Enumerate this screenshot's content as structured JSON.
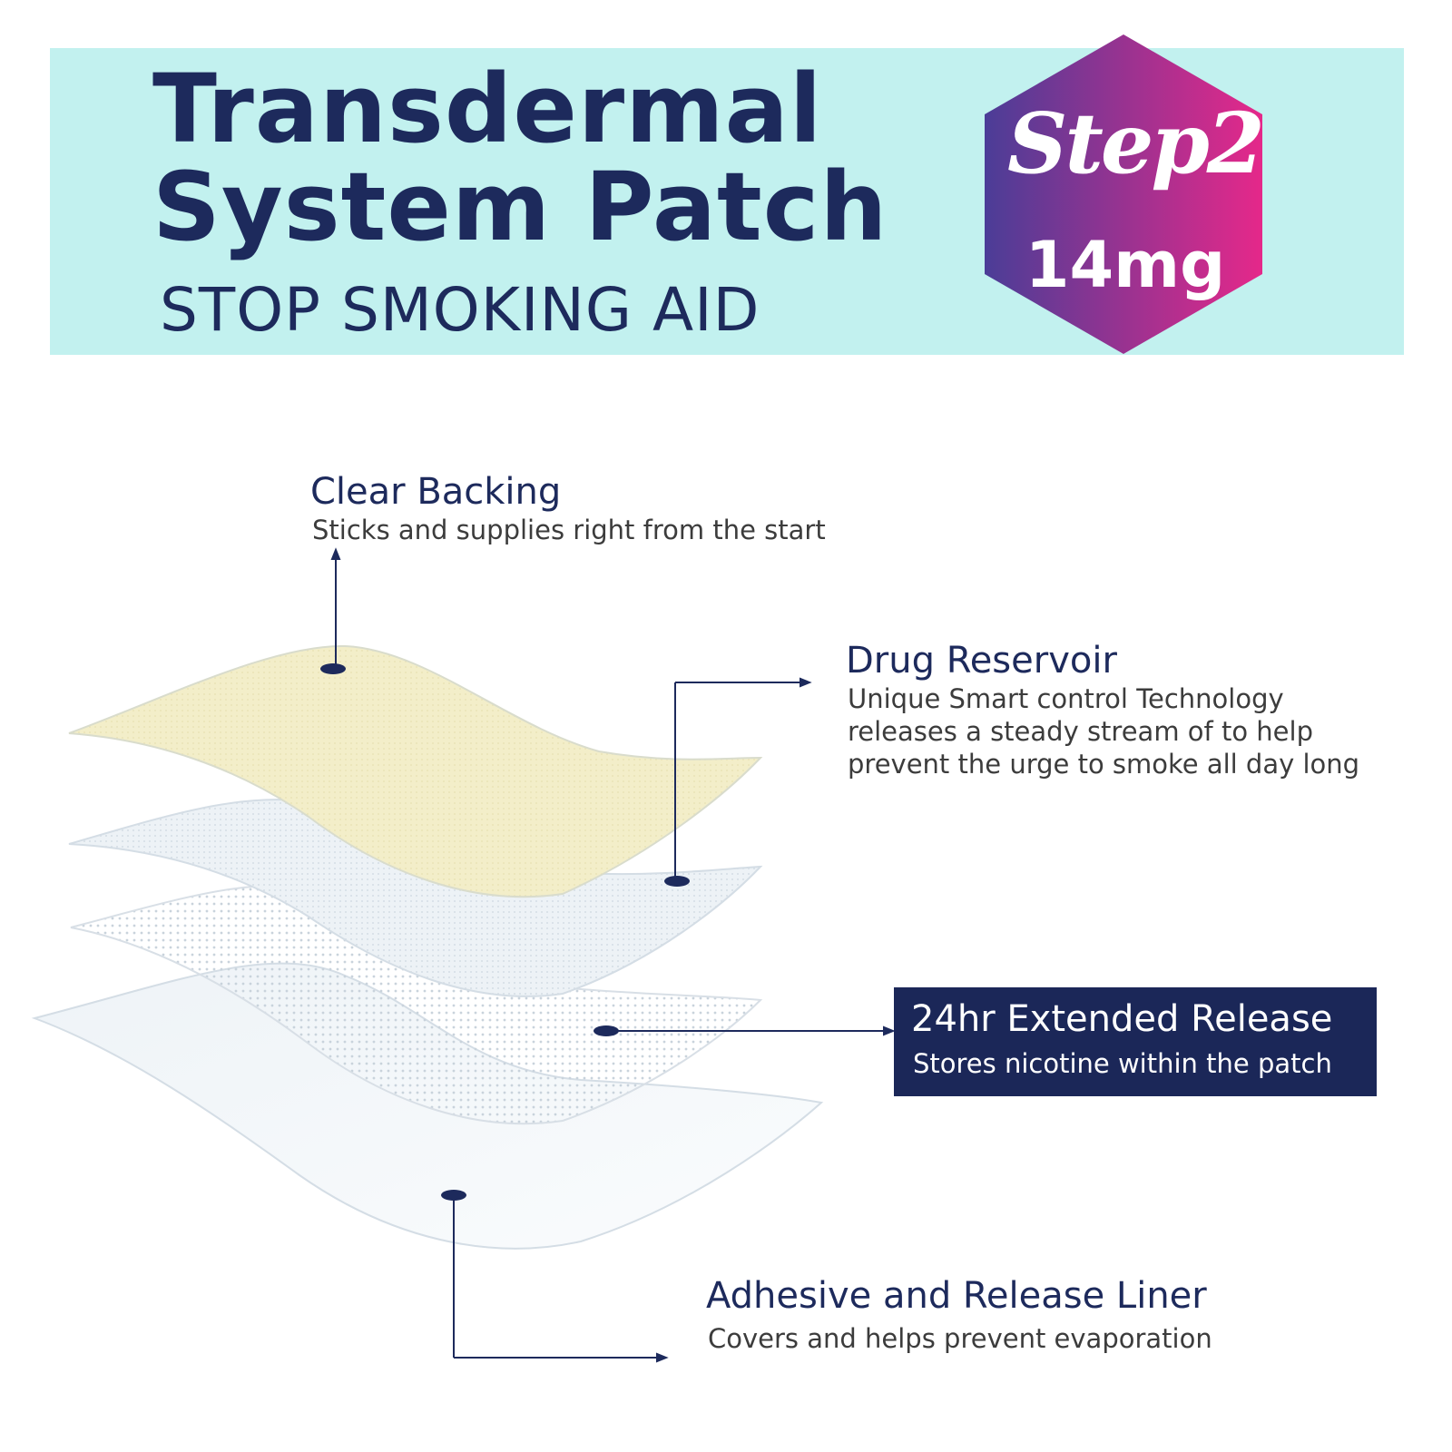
{
  "header": {
    "title_line1": "Transdermal",
    "title_line2": "System Patch",
    "subtitle": "STOP SMOKING AID"
  },
  "badge": {
    "step": "Step2",
    "dose": "14mg",
    "gradient_colors": [
      "#4b3d97",
      "#e5288a"
    ]
  },
  "layers": [
    {
      "heading": "Clear Backing",
      "description": "Sticks and supplies right from the start"
    },
    {
      "heading": "Drug Reservoir",
      "description_lines": [
        "Unique Smart control Technology",
        "releases a steady stream of to help",
        "prevent the urge to smoke all day long"
      ]
    },
    {
      "heading": "24hr Extended Release",
      "description": "Stores nicotine within the patch"
    },
    {
      "heading": "Adhesive and Release Liner",
      "description": "Covers and helps prevent evaporation"
    }
  ],
  "colors": {
    "banner": "#c2f1ef",
    "navy": "#1d2a5c",
    "backing_layer": "#f3eec9",
    "film_layer": "#e8eff4"
  }
}
